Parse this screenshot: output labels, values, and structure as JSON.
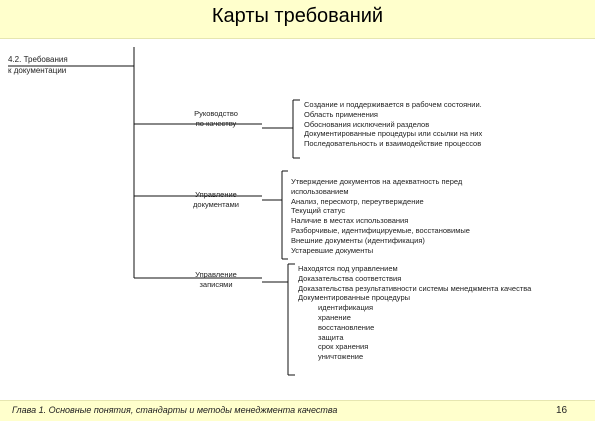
{
  "title": "Карты требований",
  "root": {
    "label": "4.2. Требования\nк документации"
  },
  "branches": [
    {
      "label": "Руководство\nпо качеству",
      "items": [
        "Создание и поддерживается в рабочем состоянии.",
        "Область применения",
        "Обоснования исключений разделов",
        "Документированные процедуры или ссылки на них",
        "Последовательность и взаимодействие процессов"
      ]
    },
    {
      "label": "Управление\nдокументами",
      "items": [
        "Утверждение документов на адекватность перед",
        "использованием",
        "Анализ, пересмотр, переутверждение",
        "Текущий статус",
        "Наличие в местах использования",
        "Разборчивые, идентифицируемые, восстановимые",
        "Внешние документы (идентификация)",
        "Устаревшие документы"
      ]
    },
    {
      "label": "Управление\nзаписями",
      "items": [
        "Находятся под управлением",
        "Доказательства соответствия",
        "Доказательства результативности системы менеджмента качества",
        "Документированные процедуры"
      ],
      "subitems": [
        "идентификация",
        "хранение",
        "восстановление",
        "защита",
        "срок хранения",
        "уничтожение"
      ]
    }
  ],
  "footer": {
    "text": "Глава 1. Основные понятия, стандарты  и методы менеджмента качества",
    "page": "16"
  }
}
